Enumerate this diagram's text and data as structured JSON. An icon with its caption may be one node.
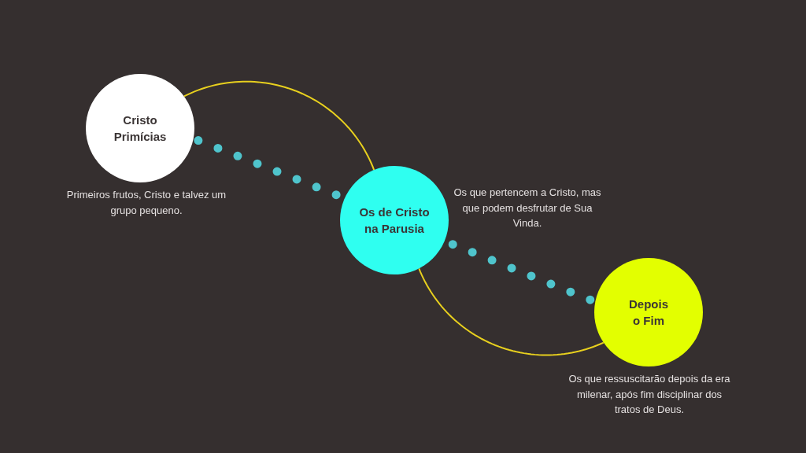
{
  "diagram": {
    "nodes": [
      {
        "text": [
          "Cristo Primícias"
        ],
        "beside": [
          "Primeiros frutos, Cristo e talvez um grupo pequeno."
        ]
      },
      {
        "text": [
          "Os de Cristo na Parusia"
        ],
        "beside": [
          "Os que pertencem a Cristo, mas que podem desfrutar de Sua Vinda."
        ]
      },
      {
        "text": [
          "Depois o Fim"
        ],
        "beside": [
          "Os que ressuscitarão depois da era milenar, após fim disciplinar dos tratos de Deus."
        ]
      }
    ],
    "edges": [
      {
        "from": 0,
        "to": 1,
        "arrow": "none",
        "style": "dashed",
        "color": "#4fc4cc"
      },
      {
        "from": 1,
        "to": 2,
        "arrow": "none",
        "style": "dashed",
        "color": "#4fc4cc"
      },
      {
        "from": 0,
        "to": 1,
        "arrow": "none",
        "color": "#e8d01e"
      },
      {
        "from": 1,
        "to": 2,
        "arrow": "none",
        "color": "#e8d01e"
      }
    ]
  }
}
